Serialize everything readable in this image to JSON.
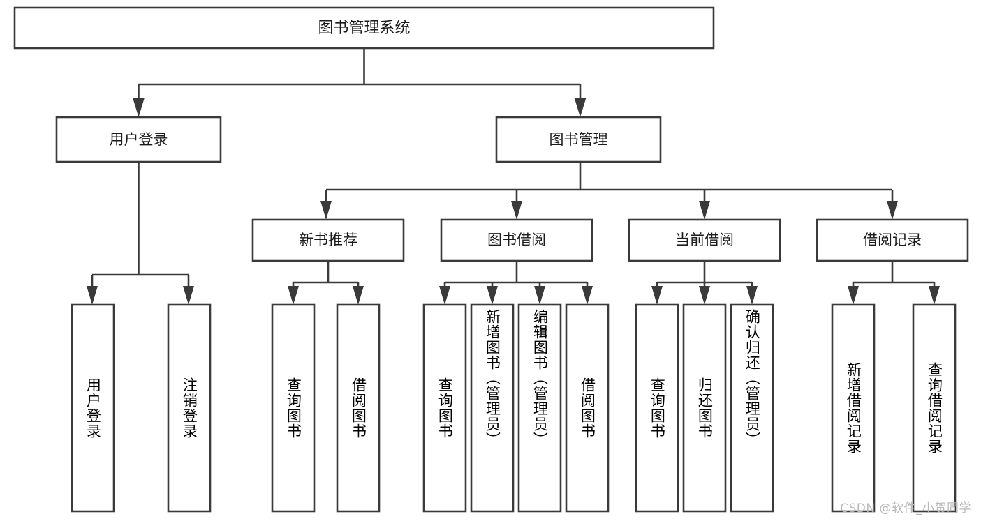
{
  "diagram": {
    "title": "图书管理系统",
    "type": "tree-hierarchy-chart",
    "background_color": "#ffffff",
    "stroke_color": "#3a3a3a",
    "text_color": "#1b1b1b",
    "root": {
      "id": "root",
      "label": "图书管理系统"
    },
    "level2": [
      {
        "id": "user-login",
        "label": "用户登录"
      },
      {
        "id": "book-management",
        "label": "图书管理"
      }
    ],
    "level3": [
      {
        "id": "new-book-recommend",
        "label": "新书推荐",
        "parent": "book-management"
      },
      {
        "id": "book-borrow",
        "label": "图书借阅",
        "parent": "book-management"
      },
      {
        "id": "current-borrow",
        "label": "当前借阅",
        "parent": "book-management"
      },
      {
        "id": "borrow-record",
        "label": "借阅记录",
        "parent": "book-management"
      }
    ],
    "leaves": [
      {
        "id": "leaf-user-login",
        "label": "用户登录",
        "parent": "user-login"
      },
      {
        "id": "leaf-logout",
        "label": "注销登录",
        "parent": "user-login"
      },
      {
        "id": "leaf-query-book-1",
        "label": "查询图书",
        "parent": "new-book-recommend"
      },
      {
        "id": "leaf-borrow-book-1",
        "label": "借阅图书",
        "parent": "new-book-recommend"
      },
      {
        "id": "leaf-query-book-2",
        "label": "查询图书",
        "parent": "book-borrow"
      },
      {
        "id": "leaf-add-book",
        "label": "新增图书（管理员）",
        "parent": "book-borrow"
      },
      {
        "id": "leaf-edit-book",
        "label": "编辑图书（管理员）",
        "parent": "book-borrow"
      },
      {
        "id": "leaf-borrow-book-2",
        "label": "借阅图书",
        "parent": "book-borrow"
      },
      {
        "id": "leaf-query-book-3",
        "label": "查询图书",
        "parent": "current-borrow"
      },
      {
        "id": "leaf-return-book",
        "label": "归还图书",
        "parent": "current-borrow"
      },
      {
        "id": "leaf-confirm-return",
        "label": "确认归还（管理员）",
        "parent": "current-borrow"
      },
      {
        "id": "leaf-add-record",
        "label": "新增借阅记录",
        "parent": "borrow-record"
      },
      {
        "id": "leaf-query-record",
        "label": "查询借阅记录",
        "parent": "borrow-record"
      }
    ]
  },
  "watermark": {
    "text": "CSDN @软件_小贺同学"
  }
}
